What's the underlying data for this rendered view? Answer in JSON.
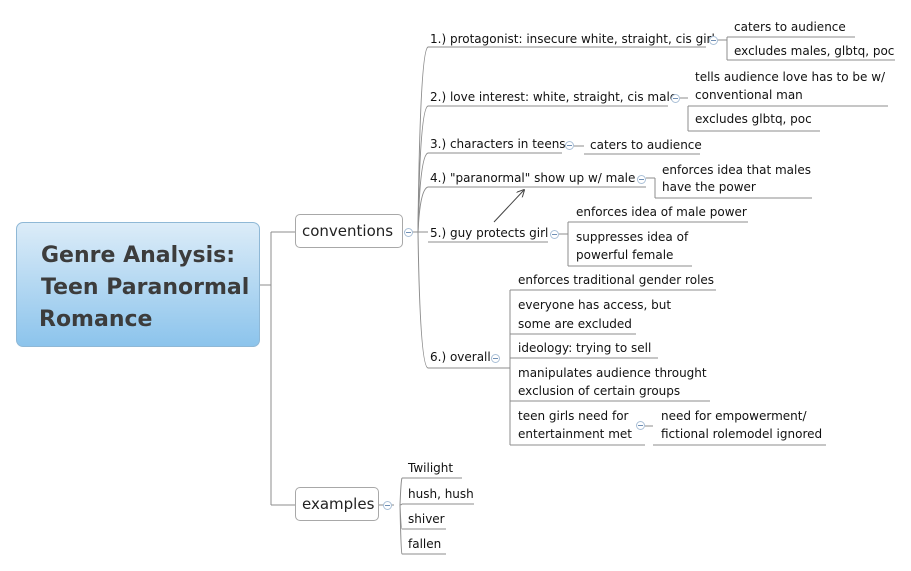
{
  "central": {
    "line1": "Genre Analysis:",
    "line2": "Teen Paranormal",
    "line3": "Romance"
  },
  "conventions": {
    "label": "conventions",
    "items": [
      {
        "label": "1.) protagonist: insecure white, straight, cis girl",
        "children": [
          "caters to audience",
          "excludes males, glbtq, poc"
        ]
      },
      {
        "label": "2.) love interest: white, straight, cis male",
        "children": [
          [
            "tells audience love has to be w/",
            "conventional man"
          ],
          "excludes glbtq, poc"
        ]
      },
      {
        "label": "3.) characters in teens",
        "children": [
          "caters to audience"
        ]
      },
      {
        "label": "4.) \"paranormal\" show up w/ male",
        "children": [
          [
            "enforces idea that males",
            "have the power"
          ]
        ]
      },
      {
        "label": "5.) guy protects girl",
        "children": [
          "enforces idea of male power",
          [
            "suppresses idea of",
            "powerful female"
          ]
        ]
      },
      {
        "label": "6.) overall",
        "children": [
          "enforces traditional gender roles",
          [
            "everyone has access, but",
            "some are excluded"
          ],
          "ideology: trying to sell",
          [
            "manipulates audience throught",
            "exclusion of certain groups"
          ],
          [
            "teen girls need for",
            "entertainment met"
          ]
        ],
        "sub": [
          "need for empowerment/",
          "fictional rolemodel ignored"
        ]
      }
    ]
  },
  "examples": {
    "label": "examples",
    "items": [
      "Twilight",
      "hush, hush",
      "shiver",
      "fallen"
    ]
  }
}
